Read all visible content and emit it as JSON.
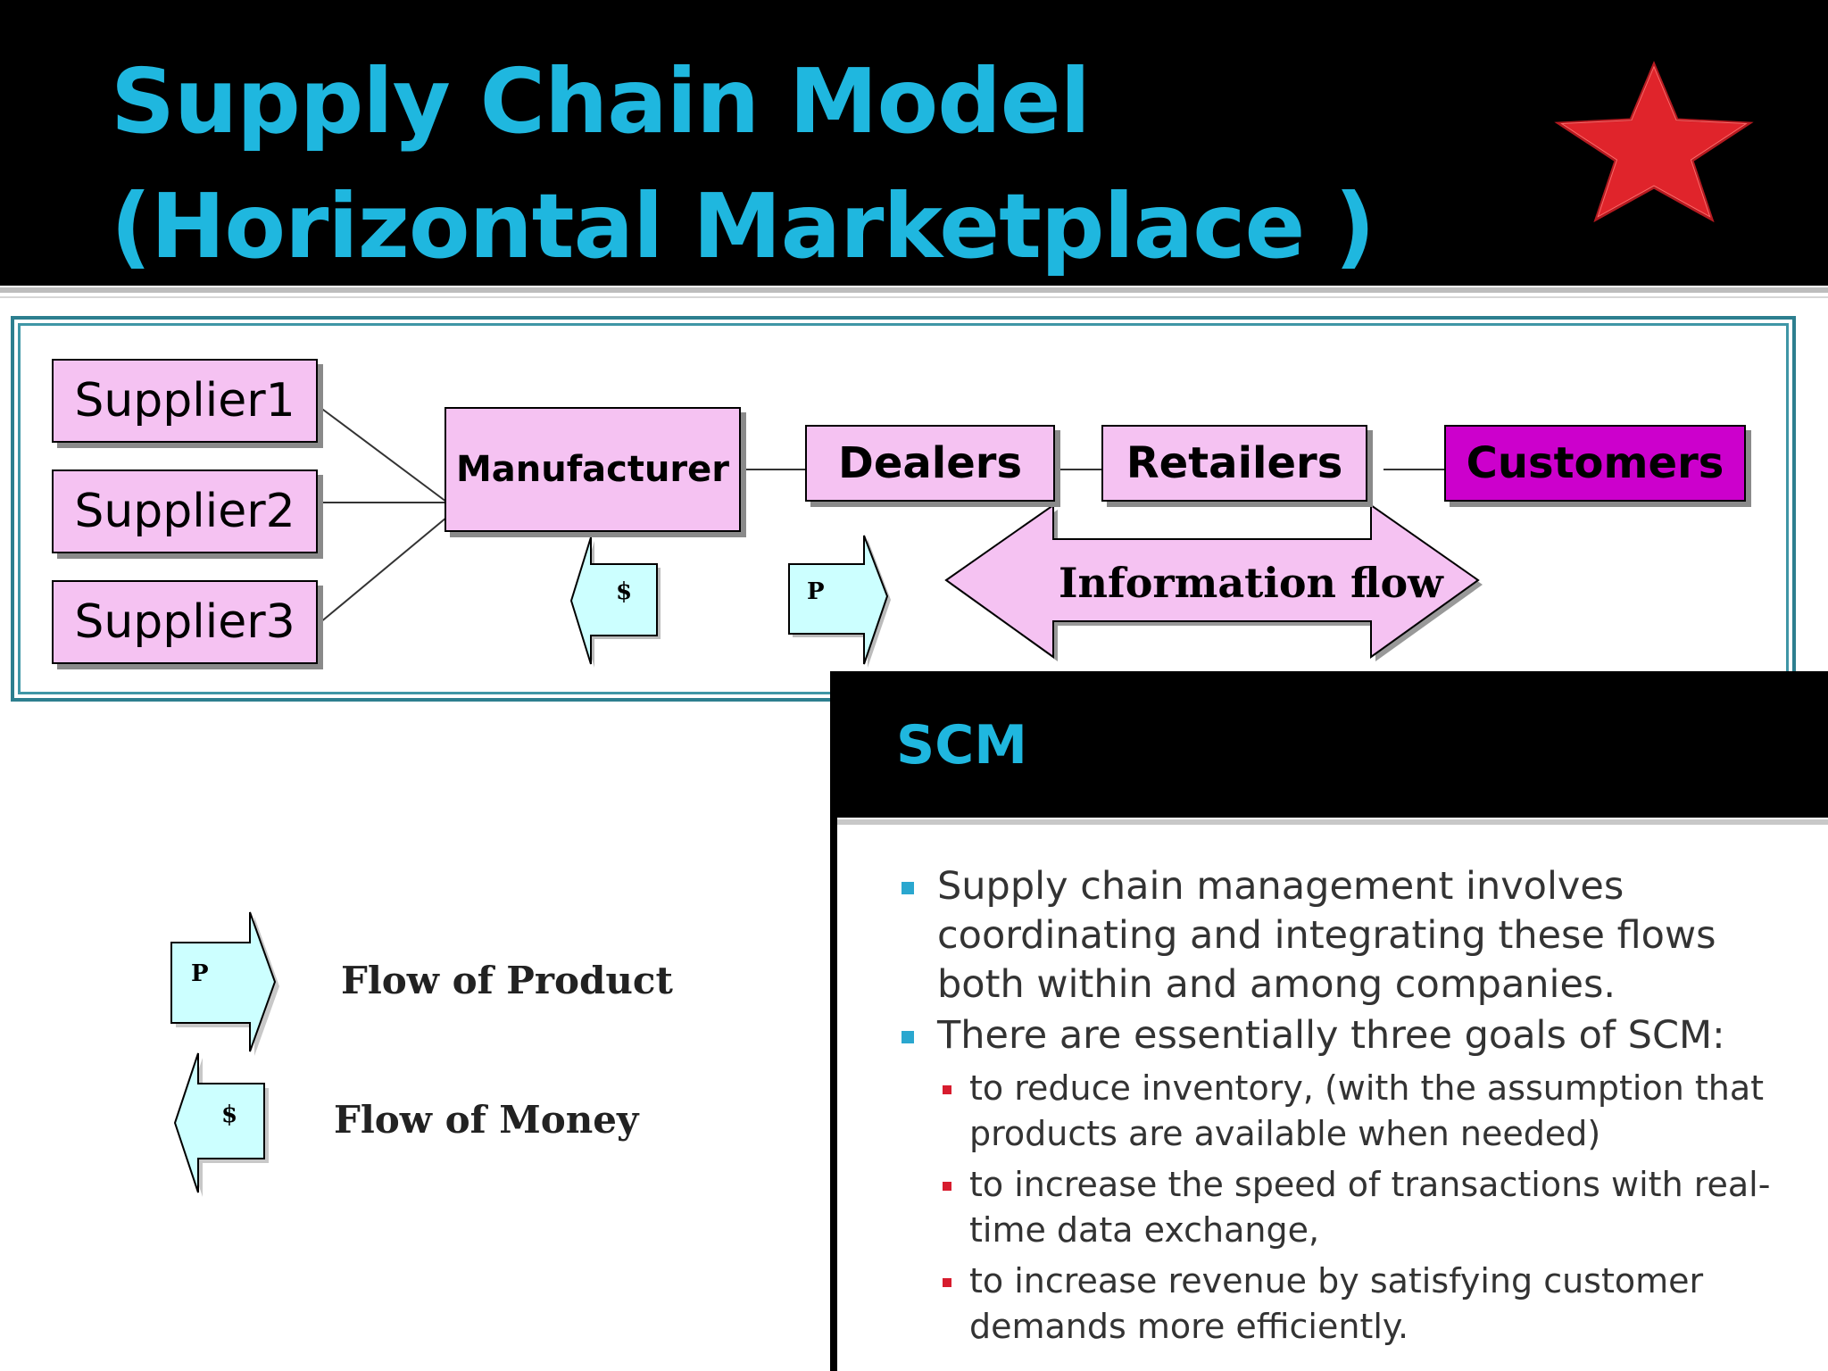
{
  "slide": {
    "title_line1": "Supply Chain Model",
    "title_line2": "(Horizontal Marketplace )"
  },
  "diagram": {
    "suppliers": [
      "Supplier1",
      "Supplier2",
      "Supplier3"
    ],
    "manufacturer": "Manufacturer",
    "dealers": "Dealers",
    "retailers": "Retailers",
    "customers": "Customers",
    "money_symbol": "$",
    "product_symbol": "P",
    "information_flow": "Information flow",
    "colors": {
      "node_fill": "#f5c2f2",
      "customer_fill": "#cc00cc",
      "arrow_fill": "#ccffff",
      "title": "#1fb7df"
    }
  },
  "legend": {
    "product_symbol": "P",
    "product_label": "Flow of Product",
    "money_symbol": "$",
    "money_label": "Flow of Money"
  },
  "scm": {
    "title": "SCM",
    "bullets": [
      "Supply chain management involves coordinating and integrating these flows both within and among companies.",
      "There are essentially three goals of SCM:"
    ],
    "sub_bullets": [
      "to reduce inventory, (with the assumption that products are available when needed)",
      "to increase the speed of transactions with real-time data exchange,",
      "to increase revenue by satisfying customer demands more efficiently."
    ]
  }
}
